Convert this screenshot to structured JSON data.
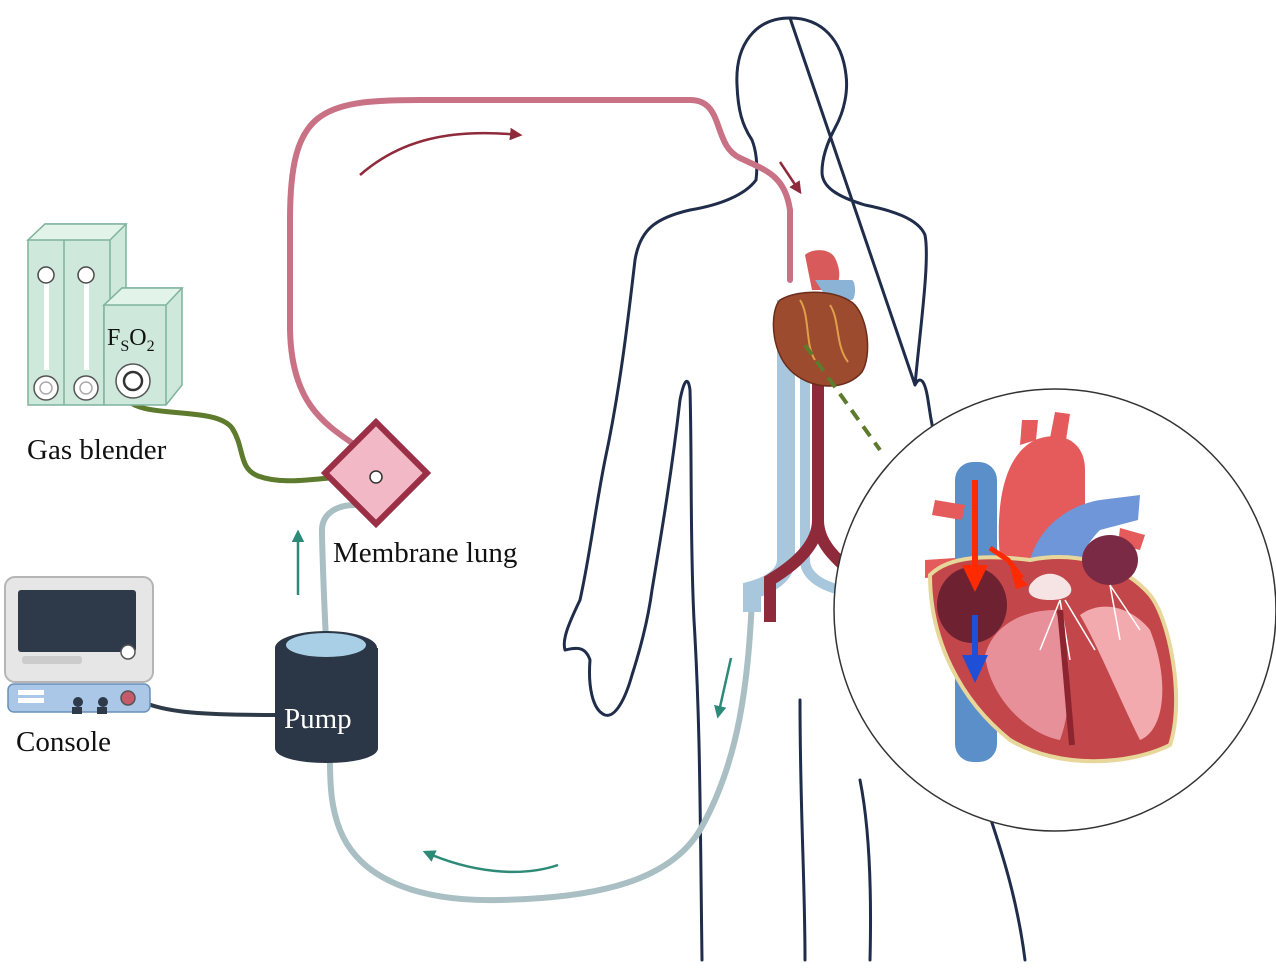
{
  "labels": {
    "gas_blender": "Gas blender",
    "fso2_main": "F",
    "fso2_sub1": "S",
    "fso2_o": "O",
    "fso2_sub2": "2",
    "membrane_lung": "Membrane lung",
    "pump": "Pump",
    "console": "Console"
  },
  "colors": {
    "return_line": "#c97286",
    "drainage_line": "#a9bfc3",
    "gas_line": "#5d7a2d",
    "cable": "#2f3a48",
    "arrow_arterial": "#8f2a3b",
    "arrow_venous": "#2e8a78",
    "body_outline": "#1f2d4a",
    "membrane_fill": "#f2b8c6",
    "membrane_border": "#9b2f45",
    "pump_body": "#2b3646",
    "pump_top": "#a9cfe6",
    "blender": "#cfe8dc",
    "vena_cava": "#a9c7dc",
    "aorta": "#8f2a3b",
    "flow_arrow_red": "#ff2a00",
    "flow_arrow_blue": "#1f4fd6"
  },
  "icons": {
    "gas_blender": "gas-blender-icon",
    "console": "monitor-console-icon",
    "pump": "pump-icon",
    "membrane_lung": "oxygenator-icon",
    "heart": "heart-icon",
    "heart_detail": "heart-cross-section-icon",
    "body": "human-silhouette-icon"
  }
}
